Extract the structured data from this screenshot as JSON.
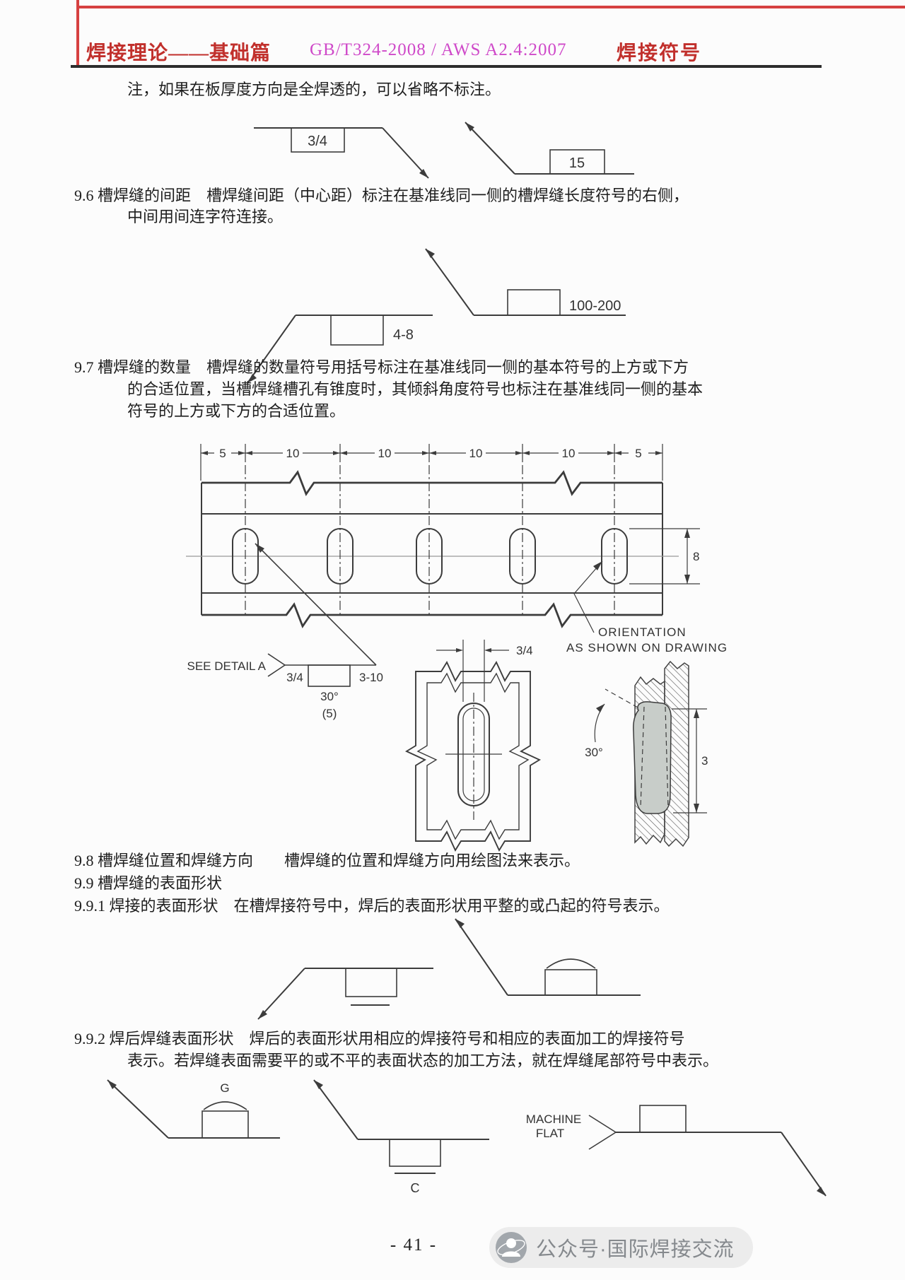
{
  "header": {
    "left_title": "焊接理论——基础篇",
    "standard": "GB/T324-2008 / AWS A2.4:2007",
    "right_title": "焊接符号"
  },
  "note": "注，如果在板厚度方向是全焊透的，可以省略不标注。",
  "s96": {
    "line1": "9.6 槽焊缝的间距　槽焊缝间距（中心距）标注在基准线同一侧的槽焊缝长度符号的右侧，",
    "line2": "中间用间连字符连接。"
  },
  "s97": {
    "line1": "9.7 槽焊缝的数量　槽焊缝的数量符号用括号标注在基准线同一侧的基本符号的上方或下方",
    "line2": "的合适位置，当槽焊缝槽孔有锥度时，其倾斜角度符号也标注在基准线同一侧的基本",
    "line3": "符号的上方或下方的合适位置。"
  },
  "s98": "9.8 槽焊缝位置和焊缝方向　　槽焊缝的位置和焊缝方向用绘图法来表示。",
  "s99": "9.9 槽焊缝的表面形状",
  "s991": "9.9.1 焊接的表面形状　在槽焊接符号中，焊后的表面形状用平整的或凸起的符号表示。",
  "s992": {
    "line1": "9.9.2 焊后焊缝表面形状　焊后的表面形状用相应的焊接符号和相应的表面加工的焊接符号",
    "line2": "表示。若焊缝表面需要平的或不平的表面状态的加工方法，就在焊缝尾部符号中表示。"
  },
  "figA": {
    "depth": "3/4",
    "length": "15"
  },
  "figB": {
    "pitch": "100-200",
    "length_range": "4-8"
  },
  "figBig": {
    "dims": [
      "5",
      "10",
      "10",
      "10",
      "10",
      "5"
    ],
    "slot_length": "8",
    "see_detail": "SEE DETAIL A",
    "depth": "3/4",
    "length_pitch": "3-10",
    "angle": "30°",
    "count": "(5)",
    "slot_width": "3/4",
    "orientation_line1": "ORIENTATION",
    "orientation_line2": "AS SHOWN ON DRAWING",
    "section_angle": "30°",
    "section_depth": "3"
  },
  "figD": {
    "grind": "G",
    "chip": "C",
    "finish_line1": "MACHINE",
    "finish_line2": "FLAT"
  },
  "footer": {
    "page_number": "- 41 -",
    "social": "公众号·国际焊接交流"
  },
  "colors": {
    "title_red": "#c1302c",
    "standard_magenta": "#cf49c9",
    "line_dark": "#3c3c3c",
    "weld_fill": "#c8cdc9"
  }
}
